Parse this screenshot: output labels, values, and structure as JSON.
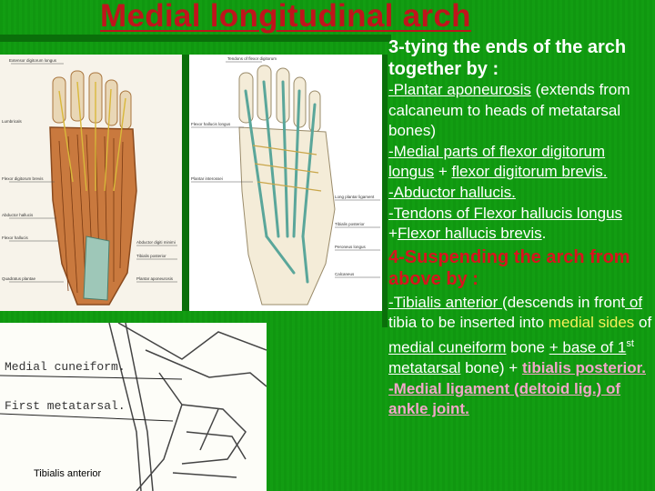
{
  "slide": {
    "title": "Medial longitudinal arch",
    "section3": {
      "heading": "3-tying the ends of the arch together  by :",
      "items": [
        {
          "term": "-Plantar aponeurosis",
          "rest": " (extends from calcaneum to heads of metatarsal bones)"
        },
        {
          "term": "-Medial parts  of flexor digitorum longus",
          "joiner": " + ",
          "term2": "flexor digitorum brevis."
        },
        {
          "term": "-Abductor hallucis."
        },
        {
          "term": "-Tendons of Flexor hallucis longus",
          "joiner": " +",
          "term2": "Flexor hallucis brevis",
          "tail": "."
        }
      ]
    },
    "section4": {
      "heading": "4-Suspending the arch from above  by :",
      "tibialis_anterior": "-Tibialis anterior ",
      "tib_desc_1": "(descends in front",
      "tib_desc_2": " of",
      "tib_desc_3": " tibia to be inserted into",
      "medial_sides": "medial sides",
      "of": " of ",
      "medial_cuneiform": "medial cuneiform",
      "bone_plus": " bone ",
      "base_of": "+ base of 1",
      "sup": "st",
      "metatarsal": " metatarsal",
      "bone_close": " bone) + ",
      "tibialis_posterior": "tibialis posterior.",
      "deltoid": "-Medial ligament (deltoid lig.) of ankle joint."
    },
    "figures": {
      "fig1_labels": [
        "Extensor digitorum longus",
        "Lumbricals",
        "Flexor digitorum brevis",
        "Abductor hallucis",
        "Flexor hallucis",
        "Quadratus plantae",
        "Abductor digiti minimi",
        "Tibialis posterior",
        "Plantar aponeurosis"
      ],
      "fig2_labels": [
        "Tendons of flexor digitorum",
        "Flexor hallucis longus",
        "Plantar interossei",
        "Long plantar ligament",
        "Tibialis posterior",
        "Peroneus longus",
        "Calcaneus"
      ],
      "fig3_labels": {
        "cuneiform": "Medial cuneiform.",
        "metatarsal": "First metatarsal."
      },
      "fig3_caption": "Tibialis anterior"
    }
  }
}
